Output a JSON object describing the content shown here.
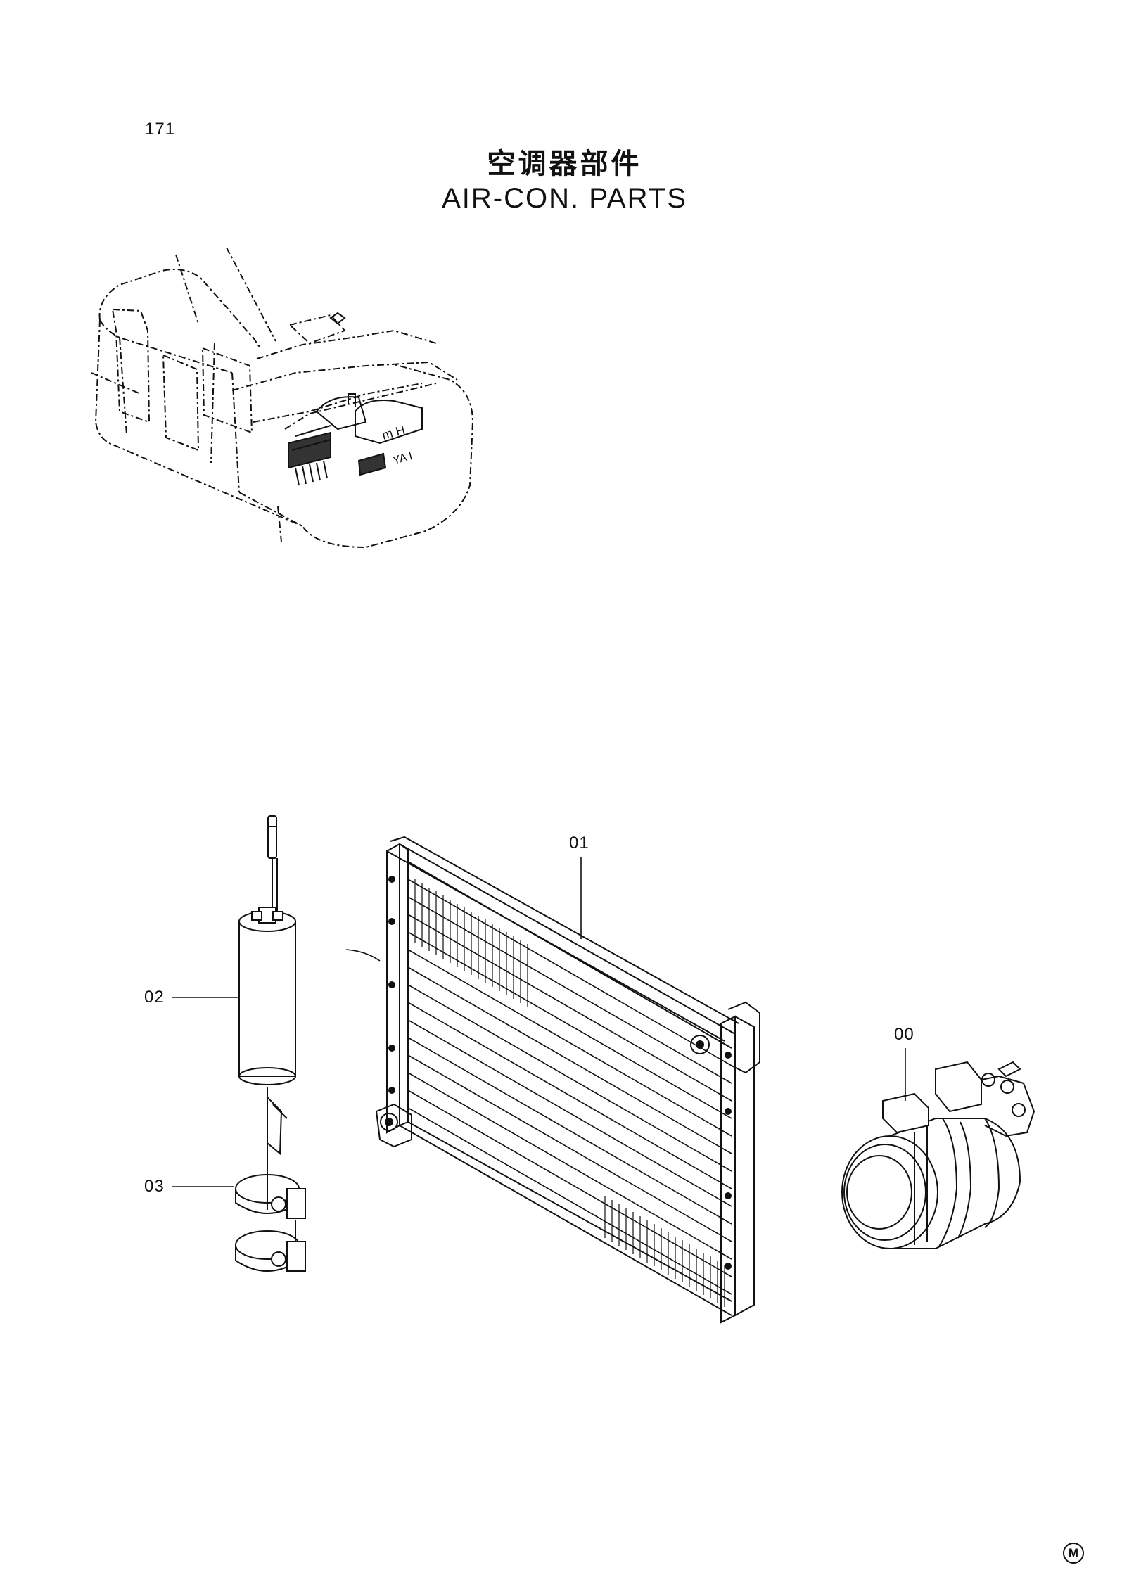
{
  "page_number": "171",
  "title_cn": "空调器部件",
  "title_en": "AIR-CON. PARTS",
  "callouts": {
    "condenser": "01",
    "receiver_drier": "02",
    "clamp": "03",
    "compressor": "00"
  },
  "corner_mark": "M"
}
